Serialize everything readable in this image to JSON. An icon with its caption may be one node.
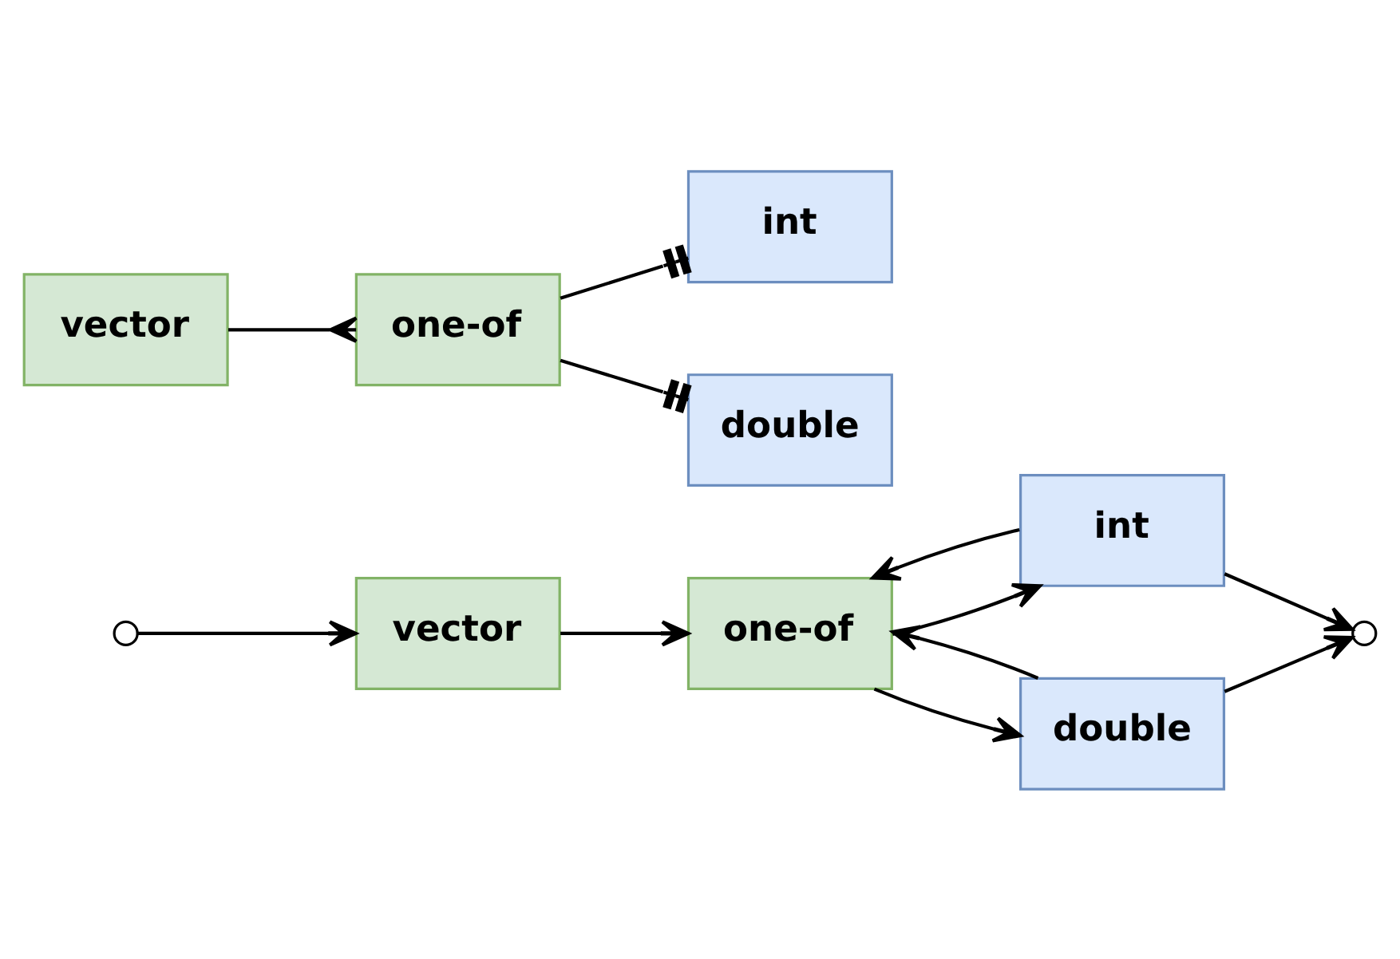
{
  "diagram": {
    "nodes": [
      {
        "text": [],
        "shape": "circle"
      },
      {
        "text": [
          "vector"
        ]
      },
      {
        "text": [
          "one-of"
        ]
      },
      {
        "text": [
          "int"
        ]
      },
      {
        "text": [],
        "shape": "circle"
      },
      {
        "text": [
          "double"
        ]
      },
      {
        "text": [
          "vector"
        ]
      },
      {
        "text": [
          "one-of"
        ]
      },
      {
        "text": [
          "int"
        ]
      },
      {
        "text": [
          "double"
        ]
      }
    ],
    "edges": [
      {
        "from": 0,
        "to": 1,
        "arrow": "to"
      },
      {
        "from": 1,
        "to": 2,
        "arrow": "to"
      },
      {
        "from": 2,
        "to": 3,
        "arrow": "to"
      },
      {
        "from": 2,
        "to": 5,
        "arrow": "to"
      },
      {
        "from": 3,
        "to": 4,
        "arrow": "to"
      },
      {
        "from": 5,
        "to": 4,
        "arrow": "to"
      },
      {
        "from": 3,
        "to": 2,
        "arrow": "to"
      },
      {
        "from": 5,
        "to": 2,
        "arrow": "to"
      },
      {
        "from": 6,
        "to": 7,
        "arrow": "other"
      },
      {
        "from": 7,
        "to": 8,
        "arrow": "other"
      },
      {
        "from": 7,
        "to": 9,
        "arrow": "other"
      }
    ]
  }
}
